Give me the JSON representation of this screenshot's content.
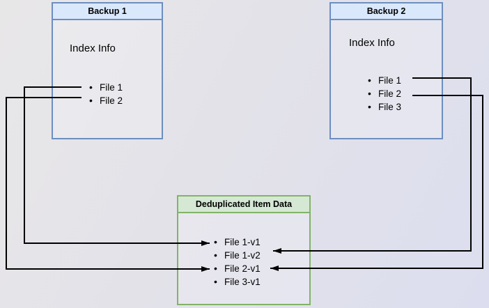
{
  "diagram": {
    "backup1": {
      "title": "Backup 1",
      "subtitle": "Index Info",
      "files": [
        "File 1",
        "File 2"
      ]
    },
    "backup2": {
      "title": "Backup 2",
      "subtitle": "Index Info",
      "files": [
        "File 1",
        "File 2",
        "File 3"
      ]
    },
    "dedup": {
      "title": "Deduplicated Item Data",
      "items": [
        "File 1-v1",
        "File 1-v2",
        "File 2-v1",
        "File 3-v1"
      ]
    },
    "connections": [
      {
        "from": "Backup 1 / File 1",
        "to": "File 1-v1"
      },
      {
        "from": "Backup 1 / File 2",
        "to": "File 2-v1"
      },
      {
        "from": "Backup 2 / File 1",
        "to": "File 1-v2"
      },
      {
        "from": "Backup 2 / File 2",
        "to": "File 2-v1"
      }
    ],
    "colors": {
      "backup_border": "#6c8ebf",
      "backup_header_fill": "#dae8fc",
      "dedup_border": "#82b366",
      "dedup_header_fill": "#d5e8d4",
      "connector": "#000000",
      "text": "#000000"
    }
  }
}
